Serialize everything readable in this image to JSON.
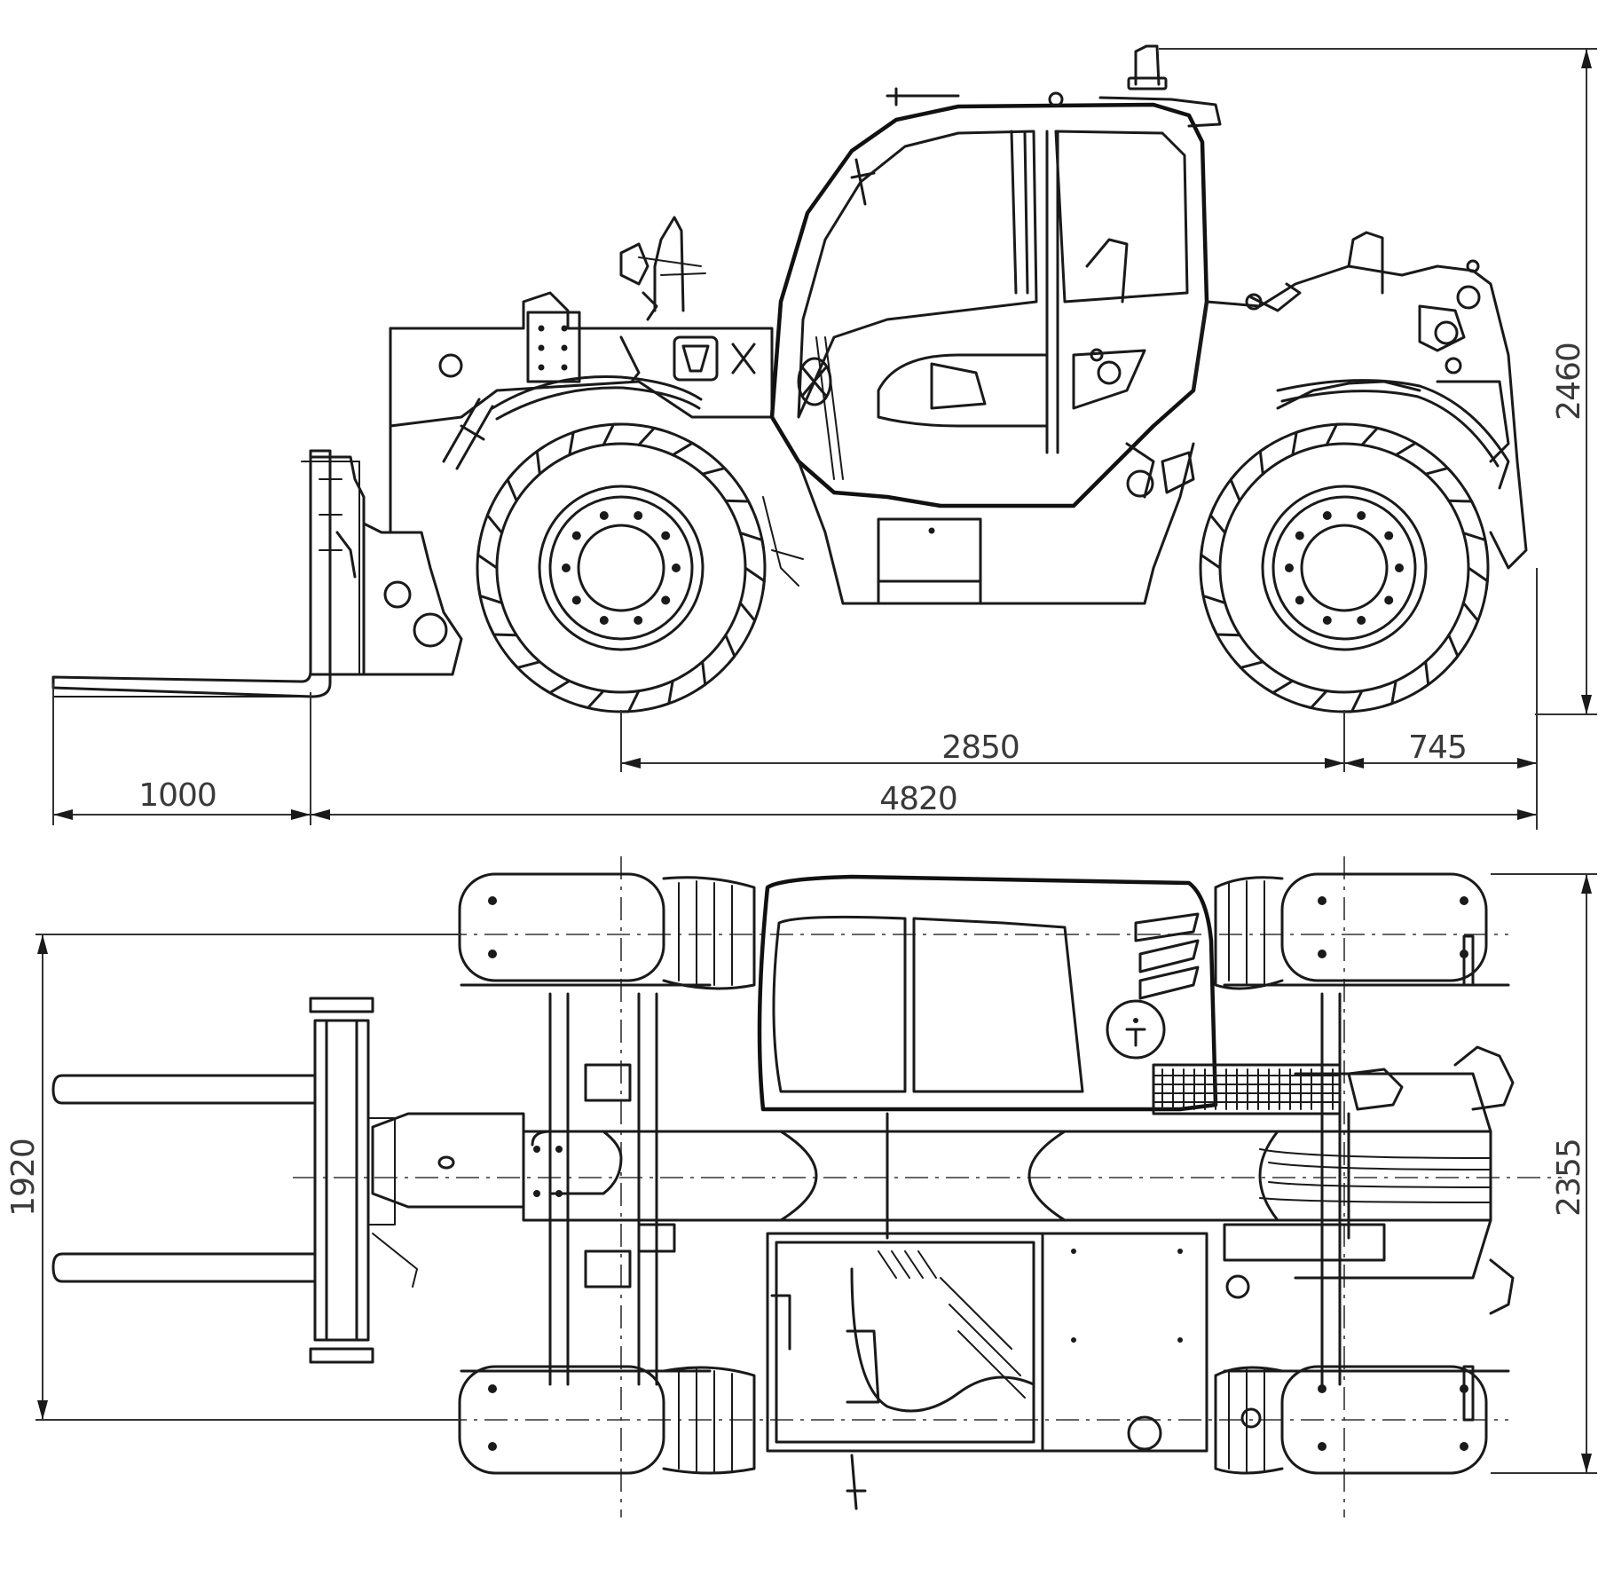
{
  "dimensions": {
    "fork_length": "1000",
    "overall_length": "4820",
    "wheelbase": "2850",
    "rear_overhang": "745",
    "overall_height": "2460",
    "track_width": "1920",
    "overall_width": "2355"
  },
  "colors": {
    "line": "#1a1a1a",
    "background": "#ffffff",
    "dimension_text": "#3a3a3a"
  }
}
